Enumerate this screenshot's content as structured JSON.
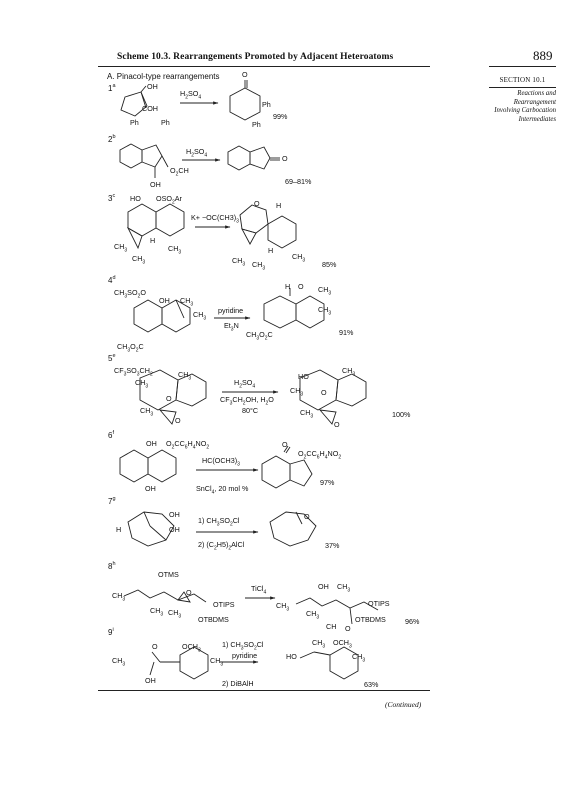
{
  "header": {
    "title": "Scheme 10.3.  Rearrangements Promoted by Adjacent Heteroatoms",
    "page_number": "889"
  },
  "sidebar": {
    "section": "SECTION 10.1",
    "topic_lines": [
      "Reactions and",
      "Rearrangement",
      "Involving Carbocation",
      "Intermediates"
    ]
  },
  "section_heading": "A.  Pinacol-type rearrangements",
  "entries": [
    {
      "num": "1",
      "sup": "a",
      "reagents": [
        "H2SO4"
      ],
      "yield": "99%",
      "labels": [
        "OH",
        "COH",
        "Ph",
        "Ph",
        "O",
        "Ph",
        "Ph"
      ]
    },
    {
      "num": "2",
      "sup": "b",
      "reagents": [
        "H2SO4"
      ],
      "yield": "69–81%",
      "labels": [
        "O2CH",
        "OH",
        "O"
      ]
    },
    {
      "num": "3",
      "sup": "c",
      "reagents": [
        "K+ −OC(CH3)3"
      ],
      "yield": "85%",
      "labels": [
        "HO",
        "OSO2Ar",
        "CH3",
        "CH3",
        "H",
        "CH3",
        "O",
        "H",
        "CH3",
        "CH3",
        "H",
        "CH3"
      ]
    },
    {
      "num": "4",
      "sup": "d",
      "reagents": [
        "pyridine",
        "Et3N"
      ],
      "yield": "91%",
      "labels": [
        "CH3SO2O",
        "OH",
        "CH3",
        "CH3",
        "CH3O2C",
        "H",
        "O",
        "CH3",
        "CH3",
        "CH3O2C"
      ]
    },
    {
      "num": "5",
      "sup": "e",
      "reagents": [
        "H2SO4",
        "CF3CH2OH, H2O",
        "80°C"
      ],
      "yield": "100%",
      "labels": [
        "CF3SO3CH2",
        "CH3",
        "CH3",
        "O",
        "CH3",
        "O",
        "HO",
        "CH3",
        "CH3",
        "O",
        "CH3",
        "O"
      ]
    },
    {
      "num": "6",
      "sup": "f",
      "reagents": [
        "HC(OCH3)3",
        "SnCl4, 20 mol %"
      ],
      "yield": "97%",
      "labels": [
        "OH",
        "O2CC6H4NO2",
        "OH",
        "O",
        "O2CC6H4NO2"
      ]
    },
    {
      "num": "7",
      "sup": "g",
      "reagents": [
        "1) CH3SO2Cl",
        "2) (C2H5)2AlCl"
      ],
      "yield": "37%",
      "labels": [
        "H",
        "OH",
        "OH",
        "O"
      ]
    },
    {
      "num": "8",
      "sup": "h",
      "reagents": [
        "TiCl4"
      ],
      "yield": "96%",
      "labels": [
        "OTMS",
        "CH3",
        "O",
        "CH3",
        "CH3",
        "OTIPS",
        "OTBDMS",
        "CH3",
        "OH",
        "CH3",
        "CH3",
        "OTIPS",
        "CH",
        "O",
        "OTBDMS"
      ]
    },
    {
      "num": "9",
      "sup": "i",
      "reagents": [
        "1)  CH3SO2Cl",
        "pyridine",
        "2) DiBAlH"
      ],
      "yield": "63%",
      "labels": [
        "O",
        "OCH3",
        "CH3",
        "CH3",
        "OH",
        "CH3",
        "OCH3",
        "HO",
        "CH3"
      ]
    }
  ],
  "footer": {
    "continued": "(Continued)"
  }
}
